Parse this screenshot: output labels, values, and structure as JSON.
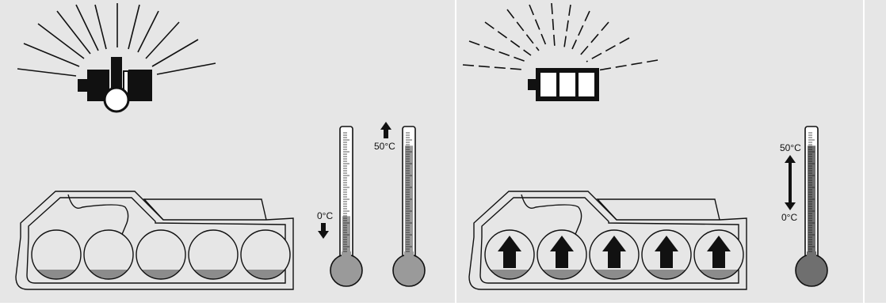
{
  "panels": [
    {
      "icon": "motor-icon",
      "cells_arrows": false,
      "thermometers": [
        {
          "label": "0°C",
          "direction": "down",
          "level": 0.3,
          "label_above_arrow": false
        },
        {
          "label": "50°C",
          "direction": "up",
          "level": 0.85,
          "label_above_arrow": true
        }
      ]
    },
    {
      "icon": "battery-charging-icon",
      "cells_arrows": true,
      "range_labels": {
        "top": "50°C",
        "bottom": "0°C"
      },
      "thermometers": [
        {
          "level": 0.85
        }
      ]
    }
  ],
  "colors": {
    "background": "#e6e6e6",
    "mercury": "#9a9a9a",
    "mercury_dark": "#6f6f6f",
    "outline": "#111111",
    "cell_fill": "#8c8c8c"
  },
  "labels": {
    "zero_left": "0°C",
    "fifty_left": "50°C",
    "fifty_right": "50°C",
    "zero_right": "0°C"
  }
}
